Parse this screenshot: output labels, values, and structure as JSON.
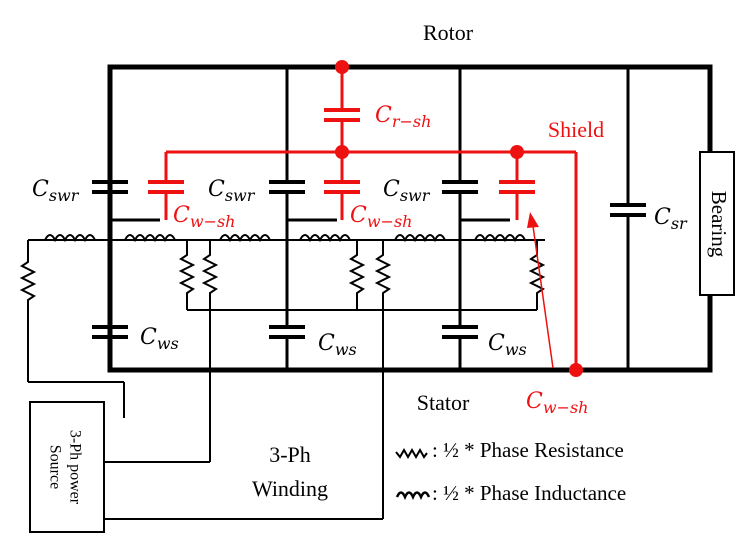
{
  "labels": {
    "rotor": "Rotor",
    "stator": "Stator",
    "shield": "Shield",
    "bearing": "Bearing",
    "winding_line1": "3-Ph",
    "winding_line2": "Winding",
    "source_line1": "3-Ph power",
    "source_line2": "Source"
  },
  "capacitors": {
    "c_swr": {
      "main": "C",
      "sub": "swr"
    },
    "c_ws": {
      "main": "C",
      "sub": "ws"
    },
    "c_sr": {
      "main": "C",
      "sub": "sr"
    },
    "c_r_sh": {
      "main": "C",
      "sub": "r−sh"
    },
    "c_w_sh": {
      "main": "C",
      "sub": "w−sh"
    }
  },
  "legend": {
    "resistance": ": ½ * Phase Resistance",
    "inductance": ": ½ * Phase Inductance"
  },
  "colors": {
    "black": "#000000",
    "red": "#ee1111"
  }
}
